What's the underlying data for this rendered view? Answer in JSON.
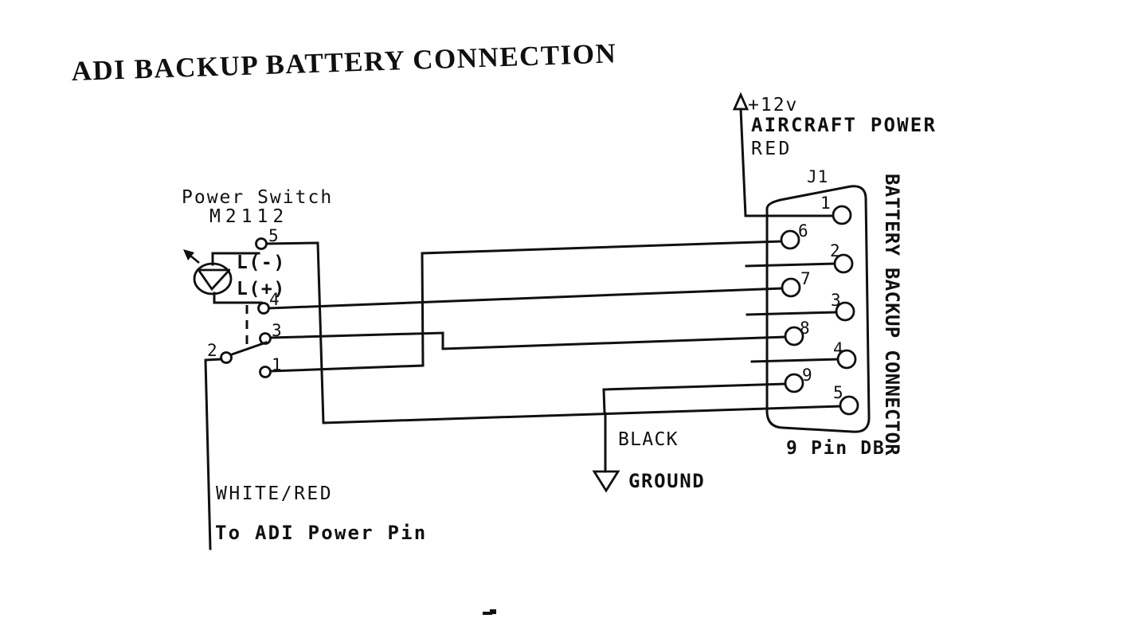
{
  "page_title": "ADI BACKUP BATTERY CONNECTION",
  "ink_color": "#101010",
  "paper_color": "#ffffff",
  "switch": {
    "label": "Power Switch",
    "model": "M2112",
    "lamp_negative": "L(-)",
    "lamp_positive": "L(+)",
    "pin5": "5",
    "pin4": "4",
    "pin3": "3",
    "pin2": "2",
    "pin1": "1"
  },
  "aircraft_power": {
    "voltage": "+12v",
    "label": "AIRCRAFT POWER",
    "wire_color": "RED"
  },
  "connector": {
    "designator": "J1",
    "name": "BATTERY BACKUP CONNECTOR",
    "type": "9 Pin DB",
    "pin1": "1",
    "pin2": "2",
    "pin3": "3",
    "pin4": "4",
    "pin5": "5",
    "pin6": "6",
    "pin7": "7",
    "pin8": "8",
    "pin9": "9"
  },
  "ground_net": {
    "wire_color": "BLACK",
    "label": "GROUND"
  },
  "adi_net": {
    "wire_color": "WHITE/RED",
    "label": "To ADI Power Pin"
  },
  "connections": [
    "+12v AIRCRAFT POWER (RED wire) to J1 pin 1",
    "Switch pin 1 to J1 pin 6",
    "Switch pin 4 / L(+) to J1 pin 7",
    "Switch pin 3 to J1 pin 8",
    "Switch pin 5 to J1 pin 5 via BLACK GROUND junction",
    "J1 pin 9 to BLACK GROUND junction",
    "Switch pin 2 to ADI Power Pin via WHITE/RED wire"
  ]
}
